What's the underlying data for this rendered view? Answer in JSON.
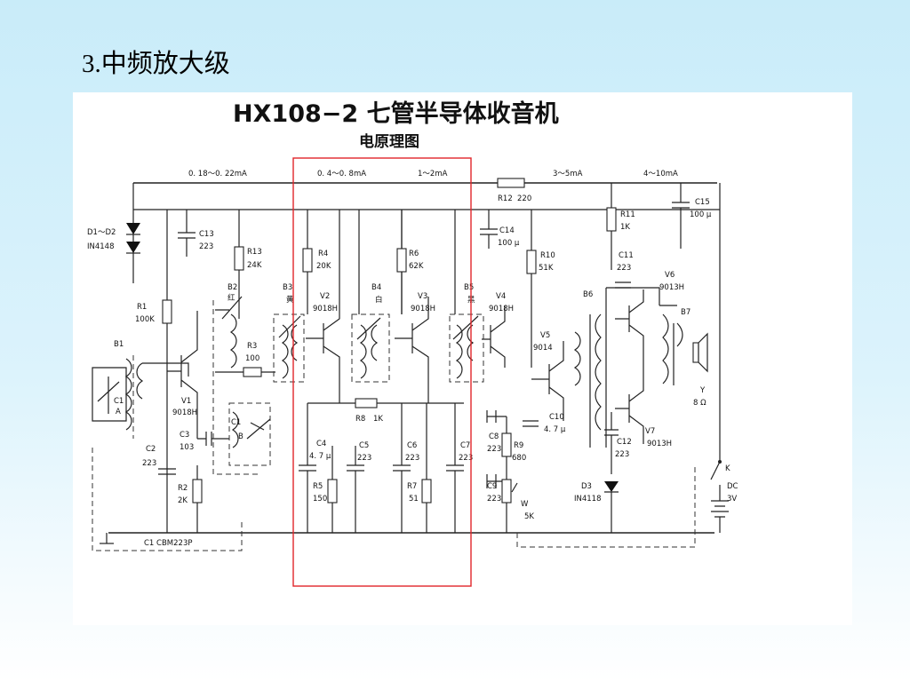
{
  "slide": {
    "title": "3.中频放大级"
  },
  "diagram": {
    "title": "HX108−2  七管半导体收音机",
    "subtitle": "电原理图",
    "currents": [
      "0. 18～0. 22mA",
      "0. 4～0. 8mA",
      "1～2mA",
      "3～5mA",
      "4～10mA"
    ],
    "components": {
      "d1d2": [
        "D1～D2",
        "IN4148"
      ],
      "c13": [
        "C13",
        "223"
      ],
      "r13": [
        "R13",
        "24K"
      ],
      "r4": [
        "R4",
        "20K"
      ],
      "r6": [
        "R6",
        "62K"
      ],
      "r12": [
        "R12",
        "220"
      ],
      "c14": [
        "C14",
        "100 μ"
      ],
      "r10": [
        "R10",
        "51K"
      ],
      "r11": [
        "R11",
        "1K"
      ],
      "c15": [
        "C15",
        "100 μ"
      ],
      "c11": [
        "C11",
        "223"
      ],
      "v6": [
        "V6",
        "9013H"
      ],
      "r1": [
        "R1",
        "100K"
      ],
      "b2": [
        "B2",
        "红"
      ],
      "b3": [
        "B3",
        "黄"
      ],
      "b4": [
        "B4",
        "白"
      ],
      "b5": [
        "B5",
        "黑"
      ],
      "v2": [
        "V2",
        "9018H"
      ],
      "v3": [
        "V3",
        "9018H"
      ],
      "v4": [
        "V4",
        "9018H"
      ],
      "b6": "B6",
      "b7": "B7",
      "b1": "B1",
      "r3": [
        "R3",
        "100"
      ],
      "v5": [
        "V5",
        "9014"
      ],
      "c1a": [
        "C1",
        "A"
      ],
      "v1": [
        "V1",
        "9018H"
      ],
      "c1b": [
        "C1",
        "B"
      ],
      "r8": [
        "R8",
        "1K"
      ],
      "c10": [
        "C10",
        "4. 7 μ"
      ],
      "speaker": [
        "Y",
        "8 Ω"
      ],
      "c2": [
        "C2",
        "223"
      ],
      "c3": [
        "C3",
        "103"
      ],
      "c4": [
        "C4",
        "4. 7 μ"
      ],
      "c5": [
        "C5",
        "223"
      ],
      "c6": [
        "C6",
        "223"
      ],
      "c7": [
        "C7",
        "223"
      ],
      "c8": [
        "C8",
        "223"
      ],
      "r9": [
        "R9",
        "680"
      ],
      "c12": [
        "C12",
        "223"
      ],
      "v7": [
        "V7",
        "9013H"
      ],
      "r2": [
        "R2",
        "2K"
      ],
      "r5": [
        "R5",
        "150"
      ],
      "r7": [
        "R7",
        "51"
      ],
      "c9": [
        "C9",
        "223"
      ],
      "w": [
        "W",
        "5K"
      ],
      "d3": [
        "D3",
        "IN4118"
      ],
      "k": "K",
      "dc": [
        "DC",
        "3V"
      ],
      "c1cbm": "C1 CBM223P"
    }
  }
}
